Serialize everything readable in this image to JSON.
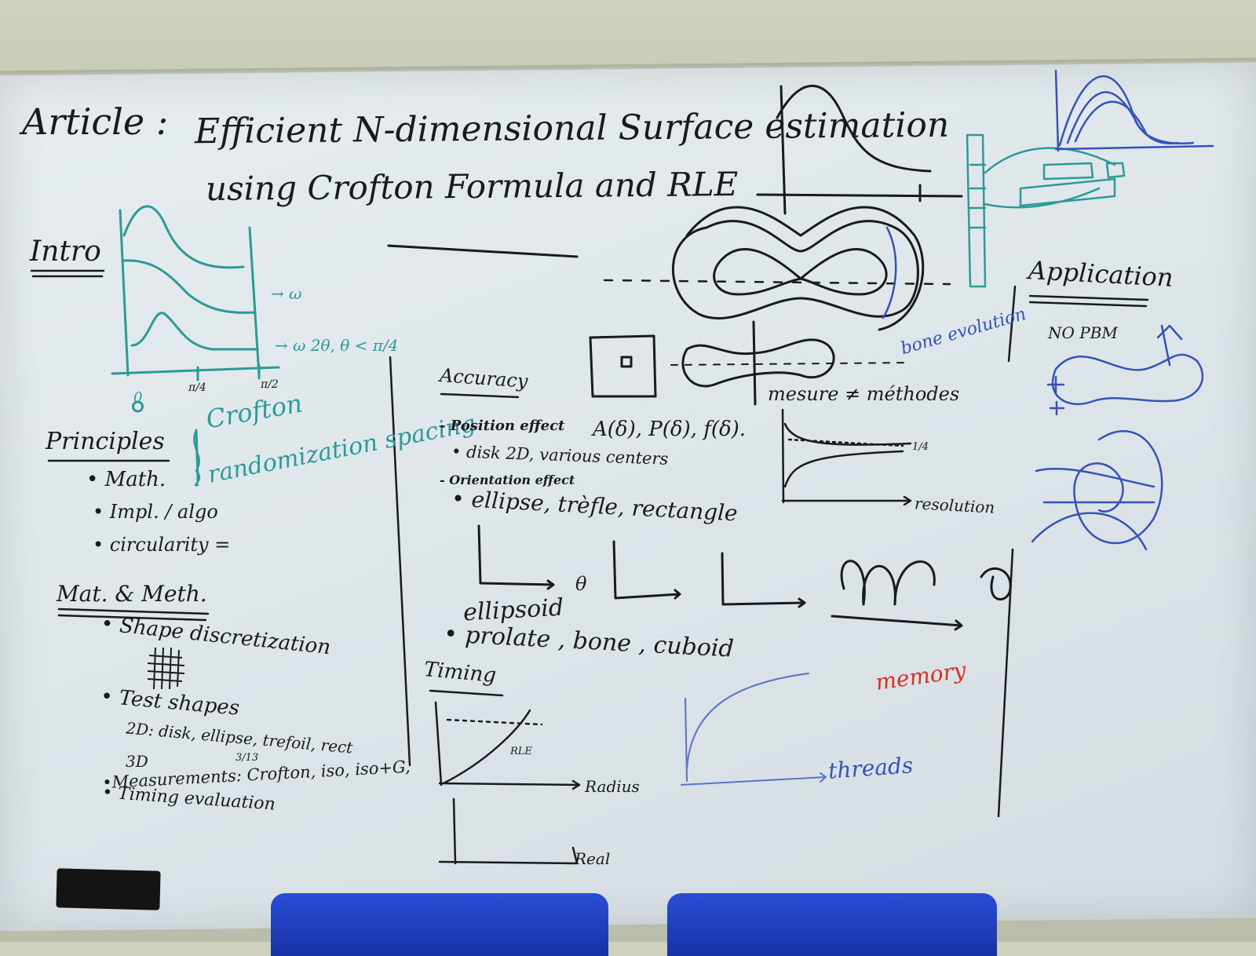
{
  "board": {
    "title_prefix": "Article :",
    "title_line1": "Efficient N-dimensional Surface estimation",
    "title_line2": "using Crofton Formula and RLE",
    "intro": {
      "heading": "Intro",
      "label_w": "→ ω",
      "label_w2": "→ ω 2θ, θ < π/4",
      "tick_0": "0",
      "tick_pi4": "π/4",
      "tick_pi2": "π/2"
    },
    "crofton_note": "Crofton",
    "randomization_note": "randomization spacing",
    "principles": {
      "heading": "Principles",
      "items": [
        "• Math.",
        "• Impl. / algo",
        "• circularity ="
      ]
    },
    "mat_meth": {
      "heading": "Mat. & Meth.",
      "item1": "• Shape discretization",
      "item2": "• Test shapes",
      "test_2d": "2D: disk, ellipse, trefoil, rect",
      "test_3d": "3D",
      "measurements": "•Measurements: Crofton, iso, iso+G,",
      "measurements_sup": "3/13",
      "timing_eval": "• Timing evaluation"
    },
    "accuracy": {
      "heading": "Accuracy",
      "position_effect": "- Position effect",
      "position_sub": "• disk 2D, various centers",
      "formula": "A(δ), P(δ), f(δ).",
      "orientation_effect": "- Orientation effect",
      "orientation_sub": "• ellipse, trèfle, rectangle",
      "theta": "θ",
      "ellipsoid": "ellipsoid",
      "prolate": "• prolate , bone , cuboid",
      "mesure": "mesure ≠ méthodes",
      "resolution": "resolution",
      "one_over_4": "1/4"
    },
    "bone_evolution": "bone evolution",
    "timing": {
      "heading": "Timing",
      "rle": "RLE",
      "radius": "Radius",
      "real": "Real",
      "threads": "threads",
      "memory": "memory"
    },
    "application": {
      "heading": "Application",
      "no_pbm": "NO PBM"
    }
  },
  "colors": {
    "board": "#dfe6ea",
    "black_marker": "#1a1a1a",
    "teal_marker": "#2a9c96",
    "blue_marker": "#3652b8",
    "red_marker": "#d8301e"
  }
}
